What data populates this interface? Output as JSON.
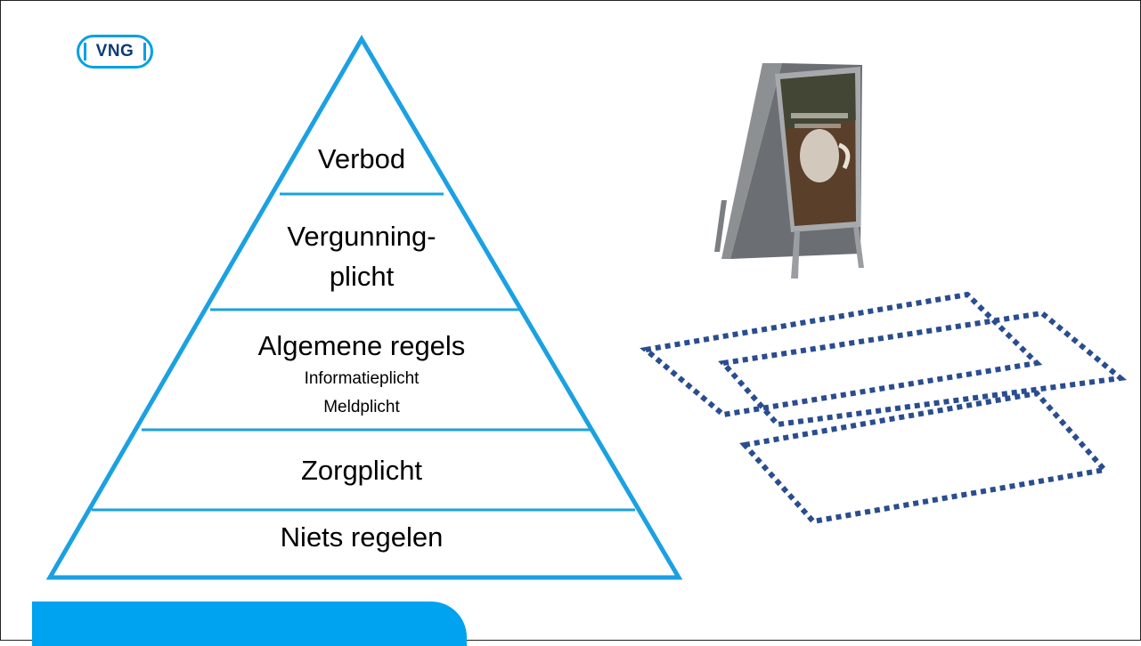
{
  "logo": {
    "text": "VNG"
  },
  "pyramid": {
    "tiers": [
      {
        "label": "Verbod"
      },
      {
        "label_line1": "Vergunning-",
        "label_line2": "plicht"
      },
      {
        "label": "Algemene regels",
        "sub1": "Informatieplicht",
        "sub2": "Meldplicht"
      },
      {
        "label": "Zorgplicht"
      },
      {
        "label": "Niets regelen"
      }
    ]
  },
  "colors": {
    "accent": "#1ba1e2",
    "bar": "#00a3ef",
    "dash": "#2a4d8f"
  },
  "illustration": {
    "icon": "a-frame-sign-icon"
  }
}
